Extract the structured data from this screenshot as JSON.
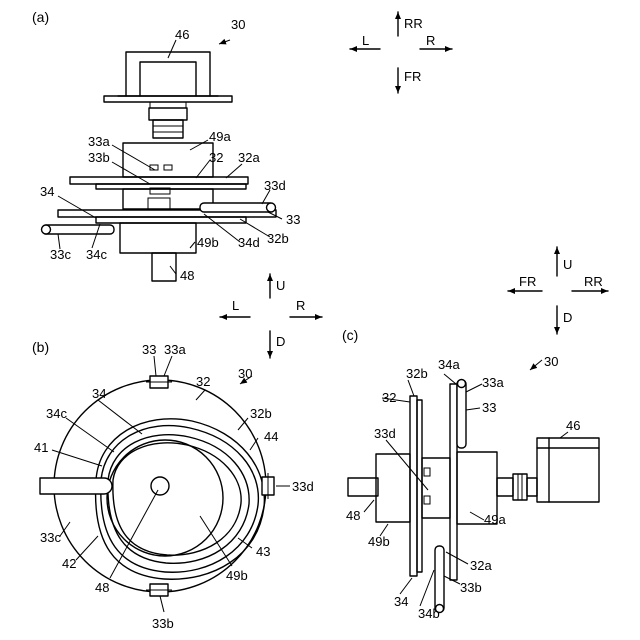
{
  "panels": {
    "a": "(a)",
    "b": "(b)",
    "c": "(c)"
  },
  "directions": {
    "top": {
      "up": "RR",
      "down": "FR",
      "left": "L",
      "right": "R"
    },
    "middle": {
      "up": "U",
      "down": "D",
      "left": "L",
      "right": "R"
    },
    "right": {
      "up": "U",
      "down": "D",
      "left": "FR",
      "right": "RR"
    }
  },
  "labels_a": {
    "ref": "30",
    "motor": "46",
    "hub_a": "49a",
    "c33a": "33a",
    "c33b": "33b",
    "plate": "32",
    "plate_a": "32a",
    "c34": "34",
    "c33d": "33d",
    "c33": "33",
    "c33c": "33c",
    "c34c": "34c",
    "hub_b": "49b",
    "c34d": "34d",
    "plate_b": "32b",
    "shaft": "48"
  },
  "labels_b": {
    "ref": "30",
    "c33": "33",
    "c33a": "33a",
    "plate": "32",
    "c34": "34",
    "plate_b": "32b",
    "c34c": "34c",
    "c44": "44",
    "c41": "41",
    "c33d": "33d",
    "c33c": "33c",
    "c42": "42",
    "c43": "43",
    "shaft": "48",
    "hub_b": "49b",
    "c33b": "33b"
  },
  "labels_c": {
    "ref": "30",
    "c34a": "34a",
    "c33a": "33a",
    "plate_b": "32b",
    "plate": "32",
    "c33": "33",
    "motor": "46",
    "c33d": "33d",
    "shaft": "48",
    "hub_a": "49a",
    "hub_b": "49b",
    "plate_a": "32a",
    "c34": "34",
    "c33b": "33b",
    "c34b": "34b"
  }
}
